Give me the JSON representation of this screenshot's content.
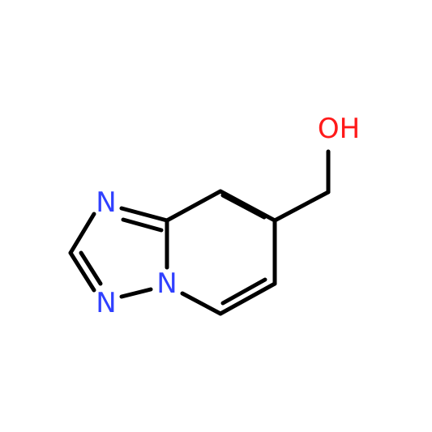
{
  "colors": {
    "bond": "#000000",
    "nitrogen": "#3040FF",
    "oxygen": "#FF1A1A",
    "background": "#FFFFFF"
  },
  "atoms": {
    "n_top": {
      "label": "N",
      "element": "nitrogen"
    },
    "n_bottom_left": {
      "label": "N",
      "element": "nitrogen"
    },
    "n_bridge": {
      "label": "N",
      "element": "nitrogen"
    },
    "hydroxyl": {
      "label": "OH",
      "element": "oxygen"
    }
  }
}
